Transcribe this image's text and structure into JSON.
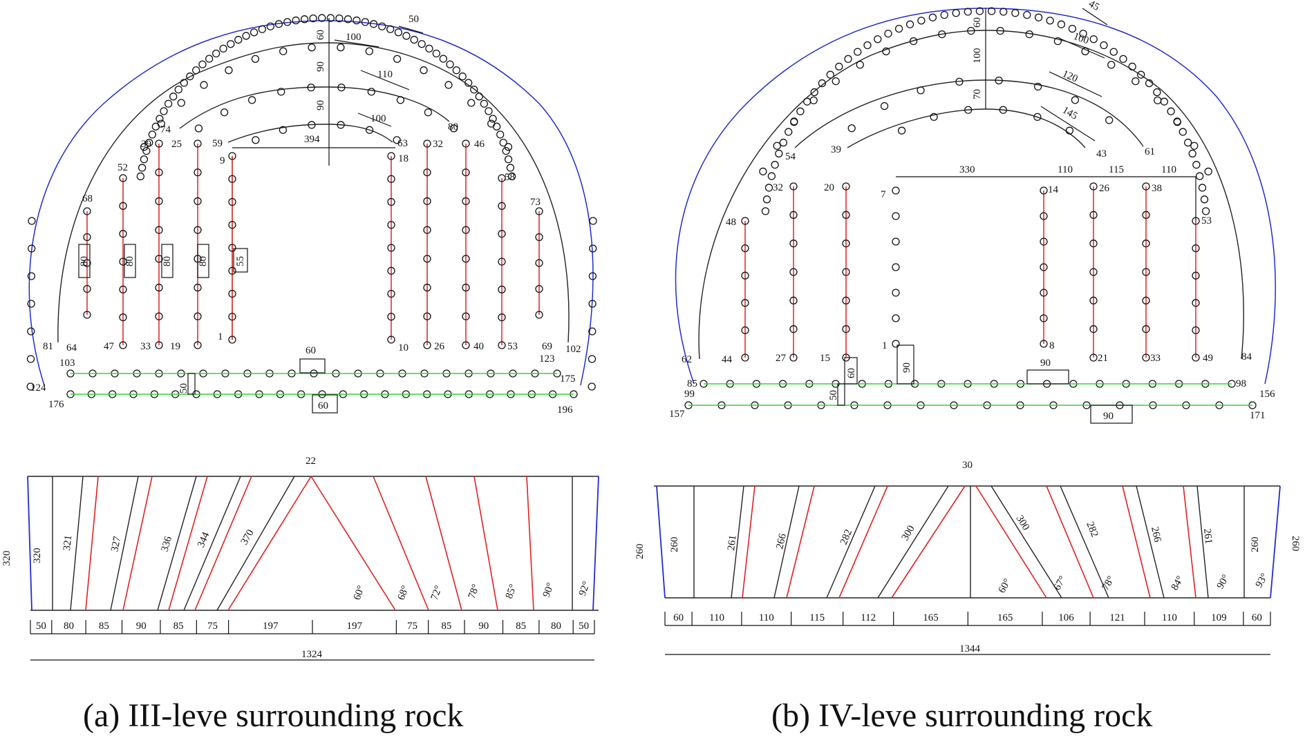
{
  "captions": {
    "a": "(a) III-leve surrounding rock",
    "b": "(b) IV-leve surrounding rock"
  },
  "colors": {
    "contour": "#1f2bd1",
    "hole_line": "#e02020",
    "bottom_line": "#33d433",
    "line": "#222222"
  },
  "panel_a": {
    "hole_numbers": [
      "124",
      "81",
      "64",
      "47",
      "33",
      "19",
      "1",
      "10",
      "26",
      "40",
      "53",
      "69",
      "123",
      "102",
      "175",
      "176",
      "196",
      "103",
      "68",
      "52",
      "39",
      "25",
      "9",
      "59",
      "63",
      "18",
      "32",
      "46",
      "58",
      "73",
      "74",
      "80"
    ],
    "dims": {
      "d50_top": "50",
      "d60_v": "60",
      "d100_a": "100",
      "d90_v1": "90",
      "d110": "110",
      "d90_v2": "90",
      "d100_b": "100",
      "d394": "394",
      "d80_1": "80",
      "d80_2": "80",
      "d80_3": "80",
      "d80_4": "80",
      "d55": "55",
      "d60_bot1": "60",
      "d50_bot": "50",
      "d60_bot2": "60"
    },
    "section": {
      "height_left": "320",
      "height_inner": "320",
      "lengths": [
        "321",
        "327",
        "336",
        "344",
        "370"
      ],
      "top_gap": "22",
      "angles": [
        "60°",
        "68°",
        "72°",
        "78°",
        "85°",
        "90°",
        "92°"
      ],
      "spacings": [
        "50",
        "80",
        "85",
        "90",
        "85",
        "75",
        "197",
        "197",
        "75",
        "85",
        "90",
        "85",
        "80",
        "50"
      ],
      "total": "1324"
    }
  },
  "panel_b": {
    "hole_numbers": [
      "99",
      "62",
      "44",
      "27",
      "15",
      "1",
      "8",
      "21",
      "33",
      "49",
      "84",
      "156",
      "98",
      "85",
      "157",
      "171",
      "48",
      "32",
      "20",
      "7",
      "14",
      "26",
      "38",
      "53",
      "54",
      "39",
      "43",
      "61"
    ],
    "dims": {
      "d45_top": "45",
      "d60_v": "60",
      "d100_a": "100",
      "d100_v": "100",
      "d120": "120",
      "d70_v": "70",
      "d145": "145",
      "d330": "330",
      "d110_a": "110",
      "d115": "115",
      "d110_b": "110",
      "d60_bot": "60",
      "d90_v": "90",
      "d90_bot1": "90",
      "d50_bot": "50",
      "d90_bot2": "90"
    },
    "section": {
      "height_left": "260",
      "height_inner": "260",
      "height_right": "260",
      "height_right_outer": "260",
      "lengths_left": [
        "261",
        "266",
        "282",
        "300"
      ],
      "lengths_right": [
        "300",
        "282",
        "266",
        "261"
      ],
      "top_gap": "30",
      "angles": [
        "60°",
        "67°",
        "78°",
        "84°",
        "90°",
        "93°"
      ],
      "spacings": [
        "60",
        "110",
        "110",
        "115",
        "112",
        "165",
        "165",
        "106",
        "121",
        "110",
        "109",
        "60"
      ],
      "total": "1344"
    }
  }
}
